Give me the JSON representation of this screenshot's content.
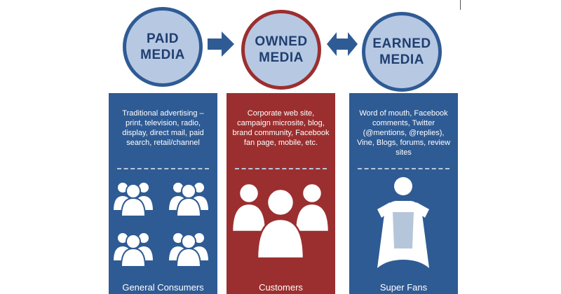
{
  "diagram": {
    "paid": {
      "title": "PAID\nMEDIA",
      "description": "Traditional advertising – print, television, radio, display, direct mail, paid search, retail/channel",
      "audience": "General Consumers",
      "audience_icon": "crowd-icon"
    },
    "owned": {
      "title": "OWNED\nMEDIA",
      "description": "Corporate web site, campaign microsite, blog, brand community, Facebook fan page, mobile, etc.",
      "audience": "Customers",
      "audience_icon": "group-icon"
    },
    "earned": {
      "title": "EARNED\nMEDIA",
      "description": "Word of mouth, Facebook comments, Twitter (@mentions, @replies), Vine, Blogs, forums, review sites",
      "audience": "Super Fans",
      "audience_icon": "superhero-icon"
    },
    "colors": {
      "blue": "#2f5b94",
      "red": "#9b2f2f",
      "circle_fill": "#b7c8e3"
    }
  }
}
